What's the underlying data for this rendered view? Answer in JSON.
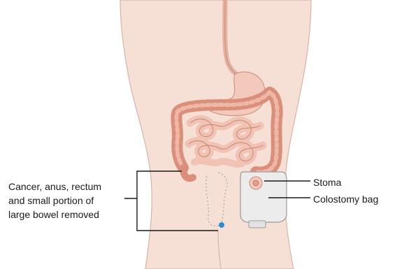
{
  "labels": {
    "removed": {
      "line1": "Cancer, anus, rectum",
      "line2": "and small portion of",
      "line3": "large bowel removed"
    },
    "stoma": "Stoma",
    "colostomy_bag": "Colostomy bag"
  },
  "colors": {
    "skin": "#f6dfd4",
    "skin_outline": "#d8b4a6",
    "large_intestine": "#d98f7a",
    "small_intestine": "#f0c3b4",
    "stomach": "#f2c9ba",
    "bag": "#ececec",
    "leader_line": "#1a1a1a",
    "marker": "#2a8fd0"
  }
}
